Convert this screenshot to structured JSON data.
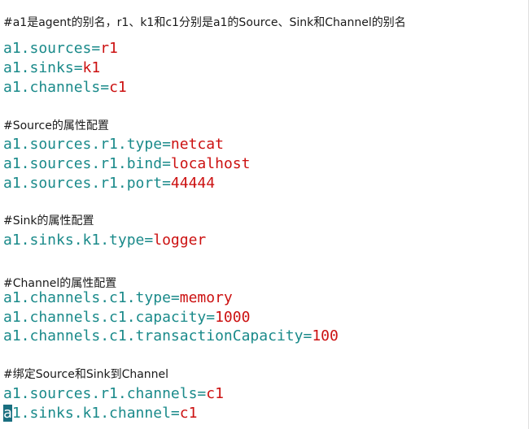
{
  "comments": {
    "c1": "#a1是agent的别名，r1、k1和c1分别是a1的Source、Sink和Channel的别名",
    "c2": "#Source的属性配置",
    "c3": "#Sink的属性配置",
    "c4": "#Channel的属性配置",
    "c5": "#绑定Source和Sink到Channel"
  },
  "lines": {
    "l1": {
      "key": "a1.sources",
      "value": "r1"
    },
    "l2": {
      "key": "a1.sinks",
      "value": "k1"
    },
    "l3": {
      "key": "a1.channels",
      "value": "c1"
    },
    "l4": {
      "key": "a1.sources.r1.type",
      "value": "netcat"
    },
    "l5": {
      "key": "a1.sources.r1.bind",
      "value": "localhost"
    },
    "l6": {
      "key": "a1.sources.r1.port",
      "value": "44444"
    },
    "l7": {
      "key": "a1.sinks.k1.type",
      "value": "logger"
    },
    "l8": {
      "key": "a1.channels.c1.type",
      "value": "memory"
    },
    "l9": {
      "key": "a1.channels.c1.capacity",
      "value": "1000"
    },
    "l10": {
      "key": "a1.channels.c1.transactionCapacity",
      "value": "100"
    },
    "l11": {
      "key": "a1.sources.r1.channels",
      "value": "c1"
    },
    "l12": {
      "cursor_char": "a",
      "key_rest": "1.sinks.k1.channel",
      "value": "c1"
    }
  },
  "operator": "=",
  "colors": {
    "key": "#1a8a8a",
    "value": "#cc1111",
    "comment": "#1a1a1a",
    "cursor": "#1a6f80"
  }
}
